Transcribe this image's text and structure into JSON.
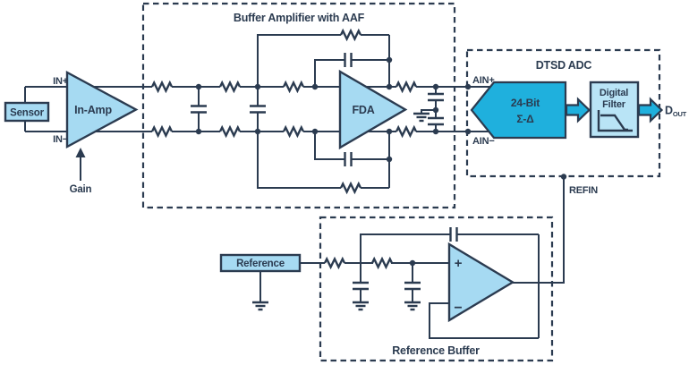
{
  "colors": {
    "navy": "#2b3b50",
    "blue": "#a6daf2",
    "bluelight": "#b9e4f6",
    "cyan": "#1fb0dd",
    "bg": "#ffffff"
  },
  "labels": {
    "sensor": "Sensor",
    "in_plus": "IN+",
    "in_minus": "IN−",
    "in_amp": "In-Amp",
    "gain": "Gain",
    "buffer_title": "Buffer Amplifier with AAF",
    "fda": "FDA",
    "ain_plus": "AIN+",
    "ain_minus": "AIN−",
    "adc_title": "DTSD ADC",
    "modulator_line1": "24-Bit",
    "modulator_line2": "Σ-Δ",
    "filter_line1": "Digital",
    "filter_line2": "Filter",
    "dout": "D",
    "dout_sub": "OUT",
    "refin": "REFIN",
    "reference": "Reference",
    "ref_buffer_title": "Reference Buffer",
    "opamp_plus": "+",
    "opamp_minus": "−"
  }
}
